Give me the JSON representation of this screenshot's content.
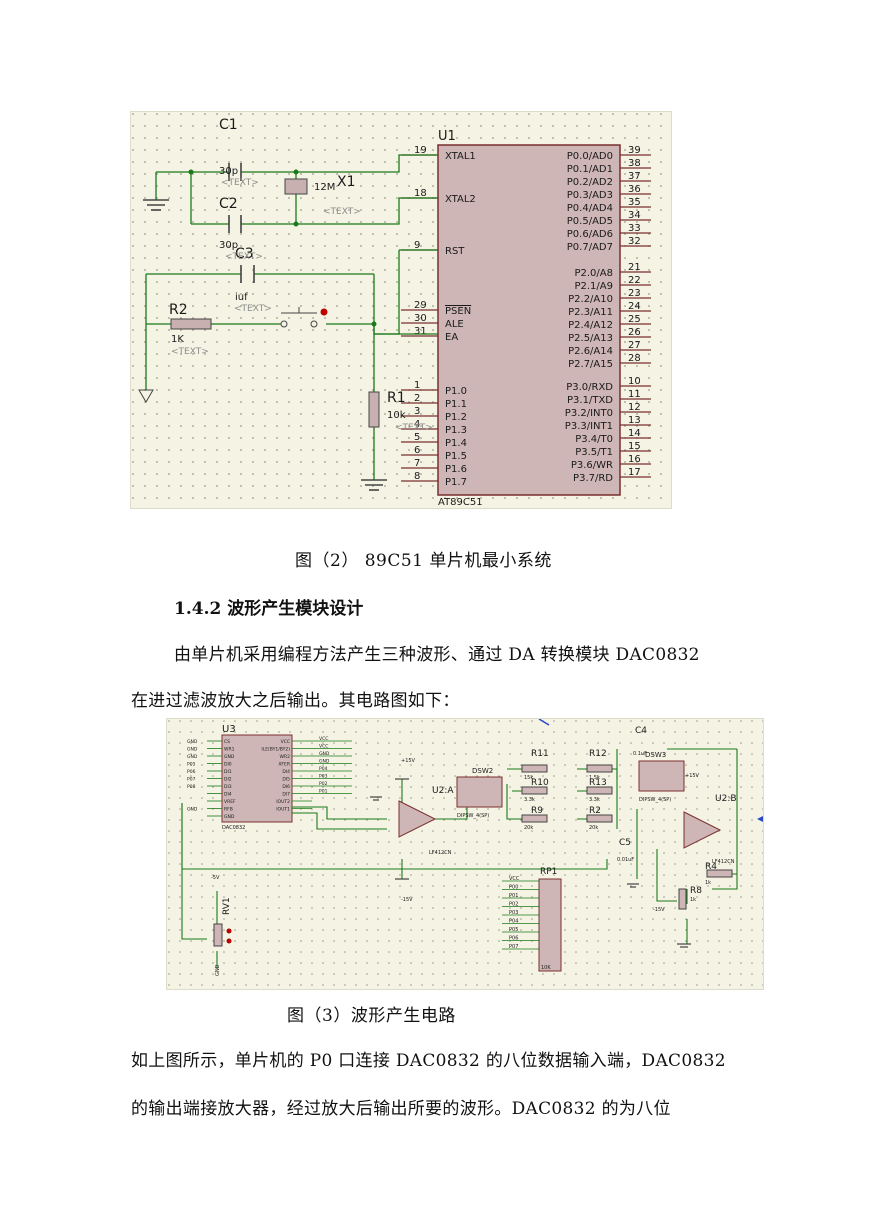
{
  "figure2": {
    "caption": "图（2） 89C51 单片机最小系统",
    "chip_ref": "U1",
    "chip_part": "AT89C51",
    "left_pins": [
      {
        "num": "19",
        "name": "XTAL1"
      },
      {
        "num": "18",
        "name": "XTAL2"
      },
      {
        "num": "9",
        "name": "RST"
      },
      {
        "num": "29",
        "name": "PSEN"
      },
      {
        "num": "30",
        "name": "ALE"
      },
      {
        "num": "31",
        "name": "EA"
      },
      {
        "num": "1",
        "name": "P1.0"
      },
      {
        "num": "2",
        "name": "P1.1"
      },
      {
        "num": "3",
        "name": "P1.2"
      },
      {
        "num": "4",
        "name": "P1.3"
      },
      {
        "num": "5",
        "name": "P1.4"
      },
      {
        "num": "6",
        "name": "P1.5"
      },
      {
        "num": "7",
        "name": "P1.6"
      },
      {
        "num": "8",
        "name": "P1.7"
      }
    ],
    "right_pins": [
      {
        "num": "39",
        "name": "P0.0/AD0"
      },
      {
        "num": "38",
        "name": "P0.1/AD1"
      },
      {
        "num": "37",
        "name": "P0.2/AD2"
      },
      {
        "num": "36",
        "name": "P0.3/AD3"
      },
      {
        "num": "35",
        "name": "P0.4/AD4"
      },
      {
        "num": "34",
        "name": "P0.5/AD5"
      },
      {
        "num": "33",
        "name": "P0.6/AD6"
      },
      {
        "num": "32",
        "name": "P0.7/AD7"
      },
      {
        "num": "21",
        "name": "P2.0/A8"
      },
      {
        "num": "22",
        "name": "P2.1/A9"
      },
      {
        "num": "23",
        "name": "P2.2/A10"
      },
      {
        "num": "24",
        "name": "P2.3/A11"
      },
      {
        "num": "25",
        "name": "P2.4/A12"
      },
      {
        "num": "26",
        "name": "P2.5/A13"
      },
      {
        "num": "27",
        "name": "P2.6/A14"
      },
      {
        "num": "28",
        "name": "P2.7/A15"
      },
      {
        "num": "10",
        "name": "P3.0/RXD"
      },
      {
        "num": "11",
        "name": "P3.1/TXD"
      },
      {
        "num": "12",
        "name": "P3.2/INT0"
      },
      {
        "num": "13",
        "name": "P3.3/INT1"
      },
      {
        "num": "14",
        "name": "P3.4/T0"
      },
      {
        "num": "15",
        "name": "P3.5/T1"
      },
      {
        "num": "16",
        "name": "P3.6/WR"
      },
      {
        "num": "17",
        "name": "P3.7/RD"
      }
    ],
    "c1": {
      "ref": "C1",
      "value": "30p"
    },
    "c2": {
      "ref": "C2",
      "value": "30p"
    },
    "c3": {
      "ref": "C3",
      "value": "iuf"
    },
    "x1": {
      "ref": "X1",
      "value": "12M"
    },
    "r1": {
      "ref": "R1",
      "value": "10k"
    },
    "r2": {
      "ref": "R2",
      "value": "1K"
    },
    "text_tag": "<TEXT>"
  },
  "section": {
    "heading": "1.4.2 波形产生模块设计",
    "para1_line1": "由单片机采用编程方法产生三种波形、通过 DA 转换模块 DAC0832",
    "para1_line2": "在进过滤波放大之后输出。其电路图如下："
  },
  "figure3": {
    "caption": "图（3）波形产生电路",
    "u3": "U3",
    "u3_part": "DAC0832",
    "u3_left_pins": [
      "CS",
      "WR1",
      "GND",
      "DI0",
      "DI1",
      "DI2",
      "DI3",
      "DI4",
      "VREF",
      "RFB",
      "GND"
    ],
    "u3_right_pins": [
      "VCC",
      "ILE(BY1/BY2)",
      "WR2",
      "XFER",
      "DI4",
      "DI5",
      "DI6",
      "DI7",
      "IOUT2",
      "IOUT1"
    ],
    "u3_net_left": [
      "GND",
      "GND",
      "GND",
      "P05",
      "P06",
      "P07",
      "P08",
      "",
      "",
      "GND"
    ],
    "u3_net_right": [
      "VCC",
      "VCC",
      "GND",
      "GND",
      "P04",
      "P03",
      "P02",
      "P01"
    ],
    "u2a": "U2:A",
    "u2b": "U2:B",
    "opamp": "LF412CN",
    "plus15": "+15V",
    "minus15": "-15V",
    "minus5": "-5V",
    "rv": "RV1",
    "rp1": "RP1",
    "rp1_val": "10K",
    "rp1_pins": [
      "VCC",
      "P00",
      "P01",
      "P02",
      "P03",
      "P04",
      "P05",
      "P06",
      "P07"
    ],
    "dsw2": "DSW2",
    "dsw3": "DSW3",
    "dip": "DIPSW_4(SP)",
    "r11": {
      "ref": "R11",
      "value": "15k"
    },
    "r10": {
      "ref": "R10",
      "value": "3.3k"
    },
    "r9": {
      "ref": "R9",
      "value": "20k"
    },
    "r12": {
      "ref": "R12",
      "value": "1.5k"
    },
    "r13": {
      "ref": "R13",
      "value": "3.3k"
    },
    "r2": {
      "ref": "R2",
      "value": "20k"
    },
    "c4": {
      "ref": "C4",
      "value": "0.1uF"
    },
    "c5": {
      "ref": "C5",
      "value": "0.01uF"
    },
    "r4": {
      "ref": "R4",
      "value": "1k"
    },
    "r8": {
      "ref": "R8",
      "value": "1k"
    },
    "gnd": "GND"
  },
  "para2": {
    "line1": "如上图所示，单片机的 P0 口连接 DAC0832 的八位数据输入端，DAC0832",
    "line2": "的输出端接放大器，经过放大后输出所要的波形。DAC0832 的为八位"
  }
}
